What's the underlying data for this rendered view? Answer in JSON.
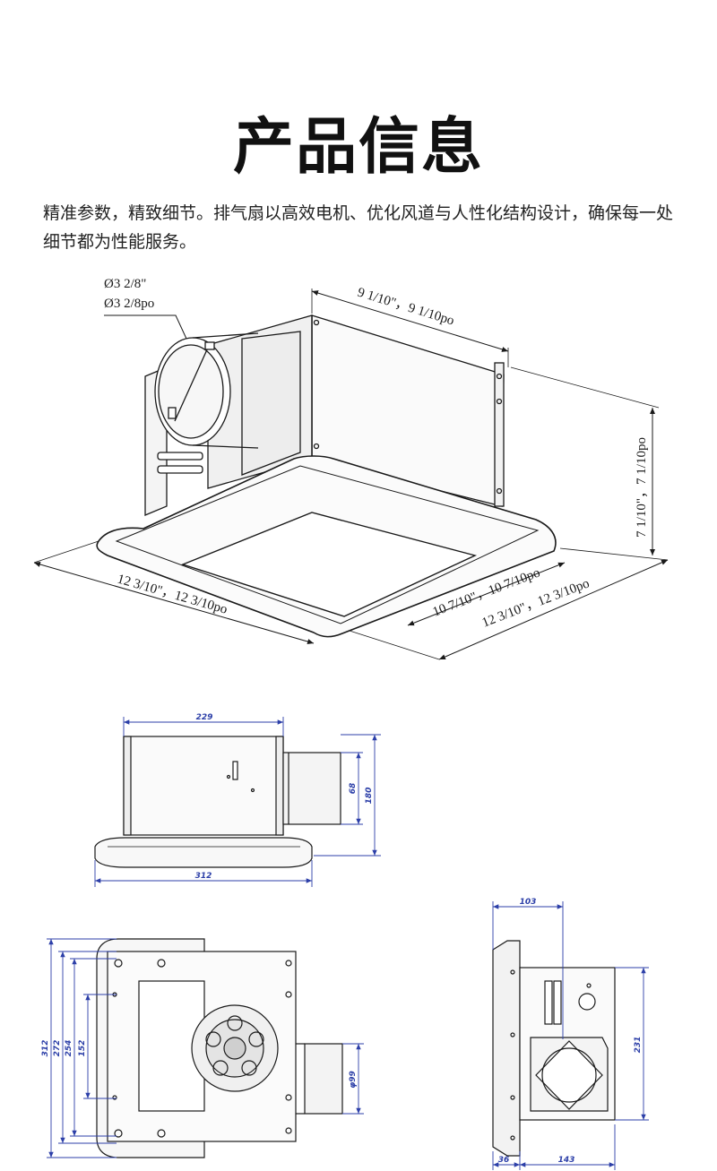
{
  "page": {
    "title": "产品信息",
    "intro": "精准参数，精致细节。排气扇以高效电机、优化风道与人性化结构设计，确保每一处细节都为性能服务。"
  },
  "iso_view": {
    "duct_diameter": "Ø3 2/8\"",
    "duct_diameter_po": "Ø3 2/8po",
    "box_width": "9 1/10\"，9 1/10po",
    "height": "7 1/10\"，7 1/10po",
    "panel_depth": "12 3/10\"，12 3/10po",
    "grille_width": "10 7/10\"，10 7/10po",
    "panel_width": "12 3/10\"，12 3/10po"
  },
  "side_view": {
    "width_top": "229",
    "height": "180",
    "duct_height": "68",
    "width_bottom": "312"
  },
  "top_view": {
    "outer": "312",
    "d2": "272",
    "d3": "254",
    "d4": "152",
    "duct": "φ99"
  },
  "end_view": {
    "top": "103",
    "height": "231",
    "bottom_left": "36",
    "bottom_right": "143"
  },
  "colors": {
    "dimension": "#2c3fa8",
    "line": "#1a1a1a"
  }
}
